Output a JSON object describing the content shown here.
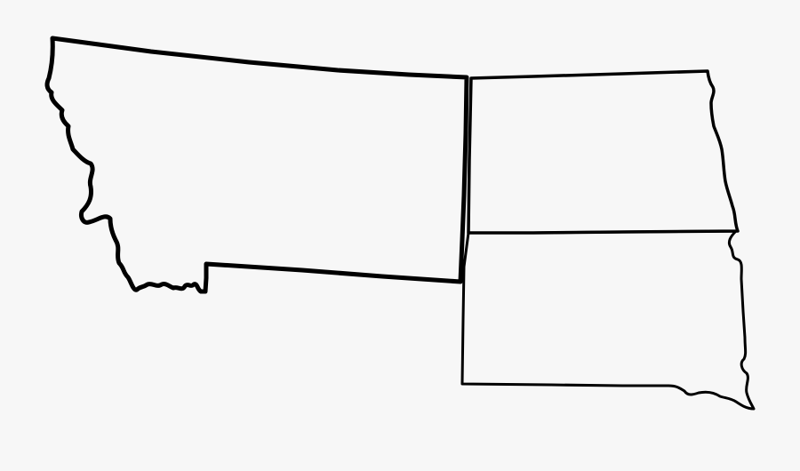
{
  "map": {
    "background": "#f7f7f7",
    "outline_color": "#000000",
    "states": [
      {
        "key": "montana"
      },
      {
        "key": "north-dakota"
      },
      {
        "key": "south-dakota"
      }
    ]
  }
}
